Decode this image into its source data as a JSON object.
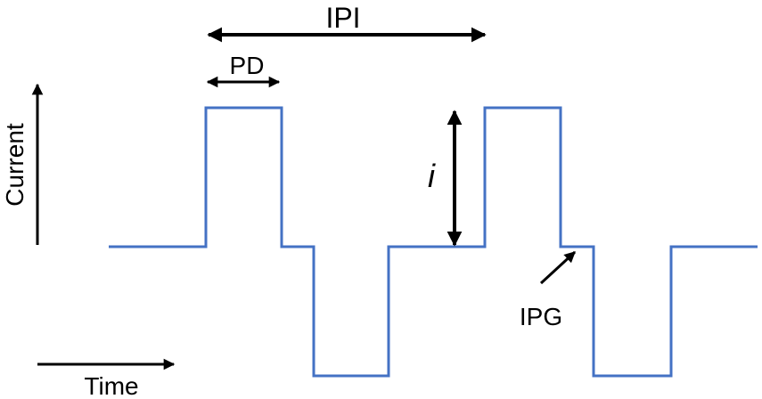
{
  "labels": {
    "ipi": "IPI",
    "pd": "PD",
    "amplitude": "i",
    "ipg": "IPG",
    "current_axis": "Current",
    "time_axis": "Time"
  },
  "colors": {
    "waveform": "#4472C4",
    "annotation": "#000000",
    "background": "#FFFFFF"
  }
}
